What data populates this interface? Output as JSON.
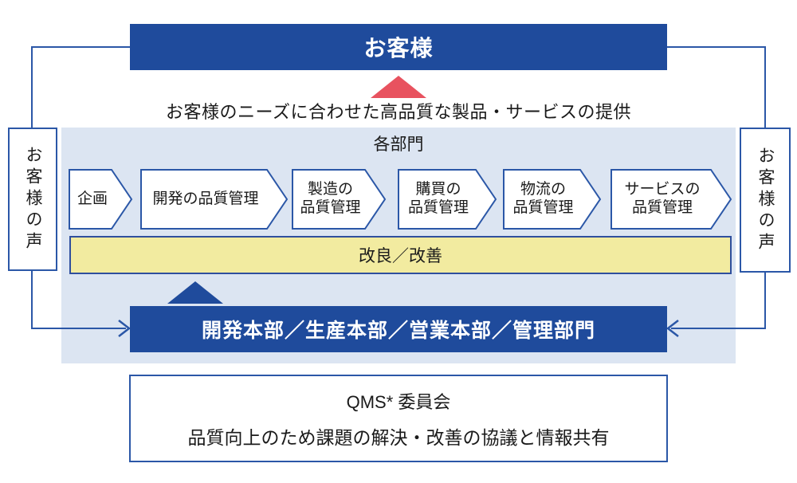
{
  "colors": {
    "banner_blue": "#1F4B9C",
    "line_blue": "#2B57A7",
    "panel_light_blue": "#DCE5F2",
    "improvement_yellow": "#F2EBA0",
    "triangle_red": "#E8525F"
  },
  "customer_banner": {
    "label": "お客様"
  },
  "delivery_note": {
    "text": "お客様のニーズに合わせた高品質な製品・サービスの提供"
  },
  "voice_left": {
    "label": "お客様の声"
  },
  "voice_right": {
    "label": "お客様の声"
  },
  "departments": {
    "title": "各部門",
    "process_steps": [
      {
        "label": "企画"
      },
      {
        "label": "開発の品質管理"
      },
      {
        "label": "製造の\n品質管理"
      },
      {
        "label": "購買の\n品質管理"
      },
      {
        "label": "物流の\n品質管理"
      },
      {
        "label": "サービスの\n品質管理"
      }
    ],
    "improvement_bar": {
      "label": "改良／改善"
    },
    "divisions_banner": {
      "label": "開発本部／生産本部／営業本部／管理部門"
    }
  },
  "qms_committee": {
    "title": "QMS* 委員会",
    "description": "品質向上のため課題の解決・改善の協議と情報共有"
  }
}
